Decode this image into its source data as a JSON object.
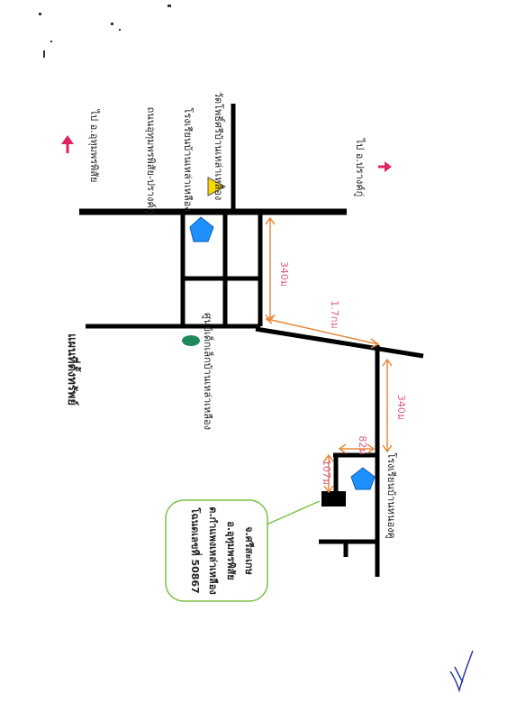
{
  "map": {
    "title": "แผนที่ตั้งทรัพย์",
    "labels": {
      "to_uthumphon_phisai": "ไป อ.อุทุมพรพิสัย",
      "road_name": "ถนนอุทุมพรพิสัย-ปรางค์กู่",
      "school_ban_nong_hang": "โรงเรียนบ้านเหล่าเหลือง",
      "temple": "วัดโพธิ์ศรีบ้านเหล่าเหลือง",
      "to_prang_ku": "ไป อ.ปรางค์กู่",
      "child_center": "ศูนย์เด็กเล็กบ้านเหล่าเหลือง",
      "school_ban_nong_khu": "โรงเรียนบ้านหนองคู"
    },
    "distances": {
      "d1": "340ม",
      "d2": "1.7กม",
      "d3": "340ม",
      "d4": "82ม",
      "d5": "107ม"
    },
    "callout": {
      "line1": "โฉนดเลขที่ 50867",
      "line2": "ต.กำแพงเหล่าเหลือง",
      "line3": "อ.อุทุมพรพิสัย",
      "line4": "จ.ศรีสะเกษ"
    },
    "colors": {
      "road": "#000000",
      "arrow": "#e0245e",
      "distance": "#e8883a",
      "distance_text": "#e05a8a",
      "school": "#1e90ff",
      "temple": "#f5d800",
      "child_center": "#1e8a5a",
      "callout_border": "#7ac143",
      "signature": "#2a3aa8"
    },
    "icons": {
      "school": "pentagon-icon",
      "temple": "triangle-icon",
      "child_center": "ellipse-icon",
      "property": "rectangle-icon",
      "direction": "arrow-icon"
    }
  }
}
